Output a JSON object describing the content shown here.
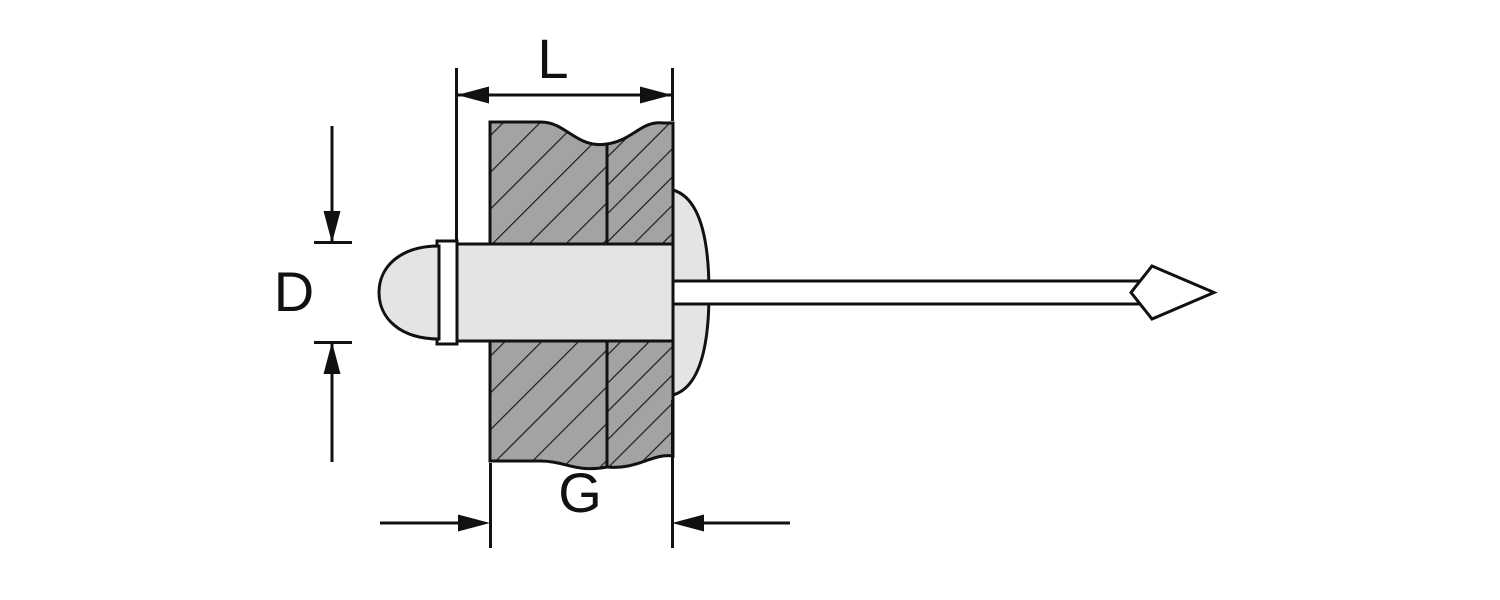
{
  "diagram": {
    "type": "technical-drawing",
    "subject": "blind-rivet-cross-section-through-two-plates",
    "dimension_labels": {
      "body_length": "L",
      "diameter": "D",
      "grip_thickness": "G"
    },
    "colors": {
      "background": "#ffffff",
      "plate_fill": "#a3a3a3",
      "rivet_fill": "#e4e4e4",
      "mandrel_fill": "#ffffff",
      "outline": "#111111"
    }
  }
}
